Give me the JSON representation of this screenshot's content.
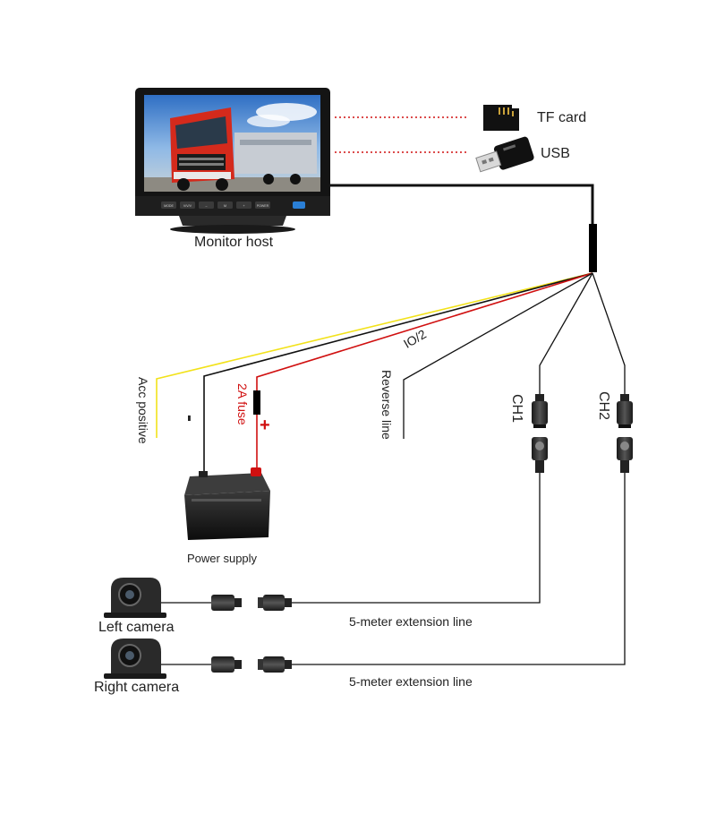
{
  "labels": {
    "monitor_host": "Monitor host",
    "tf_card": "TF card",
    "usb": "USB",
    "acc_positive": "Acc positive",
    "minus": "-",
    "fuse": "2A fuse",
    "plus": "+",
    "io2": "IO/2",
    "reverse_line": "Reverse line",
    "ch1": "CH1",
    "ch2": "CH2",
    "power_supply": "Power supply",
    "left_camera": "Left camera",
    "right_camera": "Right camera",
    "extension_1": "5-meter extension line",
    "extension_2": "5-meter extension line"
  },
  "monitor_buttons": [
    "MODE",
    "V/V/V",
    "–",
    "M",
    "+",
    "POWER"
  ],
  "colors": {
    "acc_wire": "#f2e21a",
    "positive_wire": "#d01010",
    "negative_wire": "#111111",
    "dotted_link": "#d01010",
    "cable": "#111111"
  }
}
